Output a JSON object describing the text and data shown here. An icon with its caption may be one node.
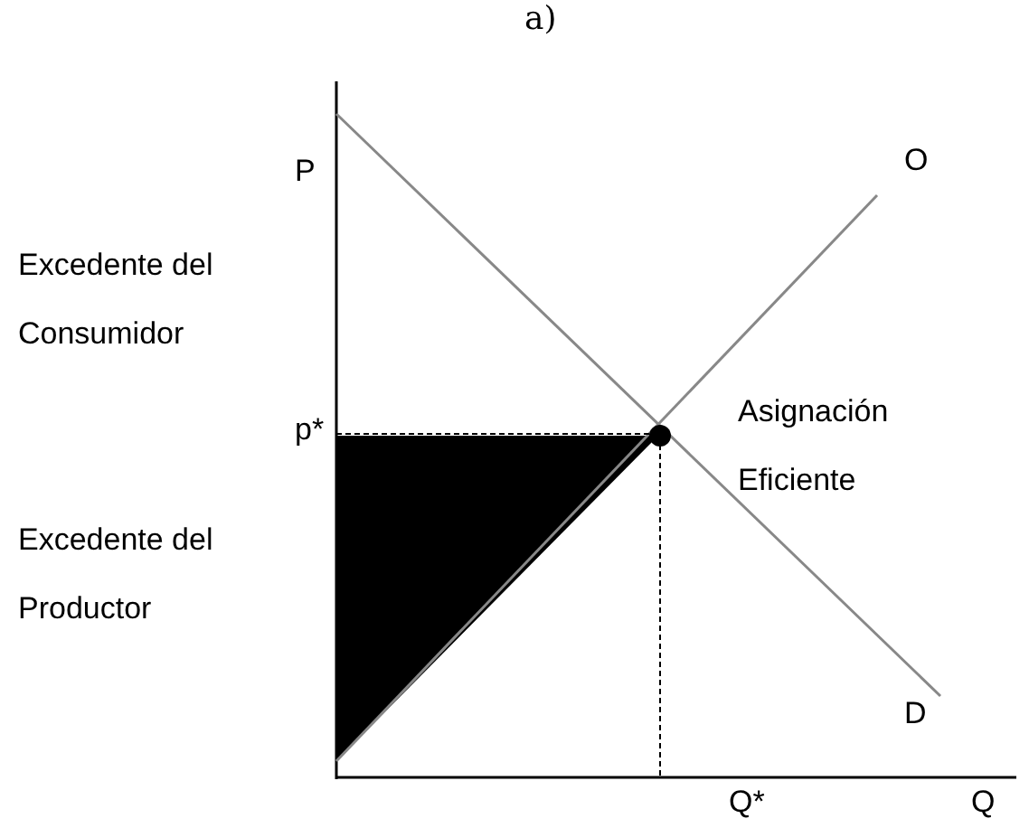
{
  "diagram": {
    "title": "a)",
    "labels": [
      "P",
      "O",
      "Excedente del Consumidor",
      "p*",
      "Asignación Eficiente",
      "Excedente del Productor",
      "D",
      "Q*",
      "Q"
    ]
  }
}
